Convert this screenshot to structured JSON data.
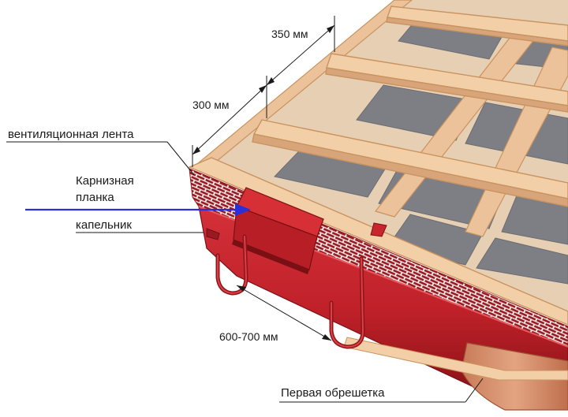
{
  "labels": {
    "ventilation_tape": "вентиляционная лента",
    "eave_strip_line1": "Карнизная",
    "eave_strip_line2": "планка",
    "drip_edge": "капельник",
    "first_batten": "Первая обрешетка"
  },
  "dimensions": {
    "batten_spacing_top": "350 мм",
    "batten_spacing_first": "300 мм",
    "hook_spacing": "600-700 мм"
  },
  "colors": {
    "wood": "#f1c9a0",
    "wood_edge": "#c9935f",
    "membrane": "#7d7f84",
    "metal_red": "#c8262c",
    "metal_dark": "#8e1418",
    "arrow_blue": "#2a2fd6"
  }
}
